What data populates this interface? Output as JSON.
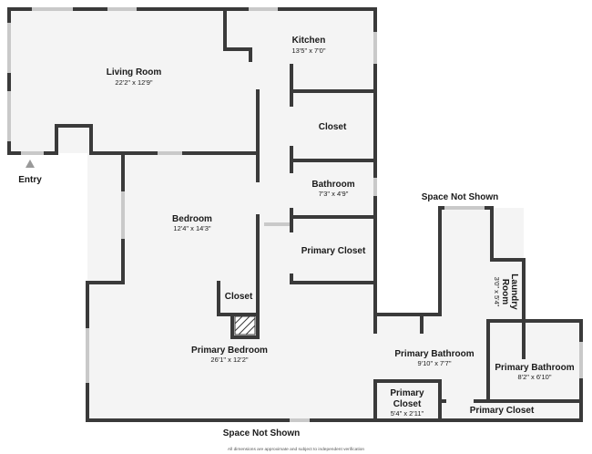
{
  "rooms": {
    "living_room": {
      "name": "Living Room",
      "dims": "22'2\" x 12'9\""
    },
    "kitchen": {
      "name": "Kitchen",
      "dims": "13'5\" x 7'0\""
    },
    "closet_upper": {
      "name": "Closet"
    },
    "bathroom": {
      "name": "Bathroom",
      "dims": "7'3\" x 4'9\""
    },
    "primary_closet_mid": {
      "name": "Primary Closet"
    },
    "bedroom": {
      "name": "Bedroom",
      "dims": "12'4\" x 14'3\""
    },
    "closet_lower": {
      "name": "Closet"
    },
    "primary_bedroom": {
      "name": "Primary Bedroom",
      "dims": "26'1\" x 12'2\""
    },
    "primary_bathroom_center": {
      "name": "Primary Bathroom",
      "dims": "9'10\" x 7'7\""
    },
    "primary_bathroom_right": {
      "name": "Primary Bathroom",
      "dims": "8'2\" x 6'10\""
    },
    "laundry_room": {
      "name_line1": "Laundry",
      "name_line2": "Room",
      "dims": "3'0\" x 5'4\""
    },
    "primary_closet_small": {
      "name_line1": "Primary",
      "name_line2": "Closet",
      "dims": "5'4\" x 2'11\""
    },
    "primary_closet_bottom": {
      "name": "Primary Closet"
    }
  },
  "labels": {
    "entry": "Entry",
    "space_not_shown_top": "Space Not Shown",
    "space_not_shown_bottom": "Space Not Shown",
    "disclaimer": "All dimensions are approximate and subject to independent verification"
  },
  "colors": {
    "wall": "#3a3a3a",
    "floor": "#f4f4f4",
    "window": "#c9c9c9",
    "text": "#1a1a1a"
  }
}
